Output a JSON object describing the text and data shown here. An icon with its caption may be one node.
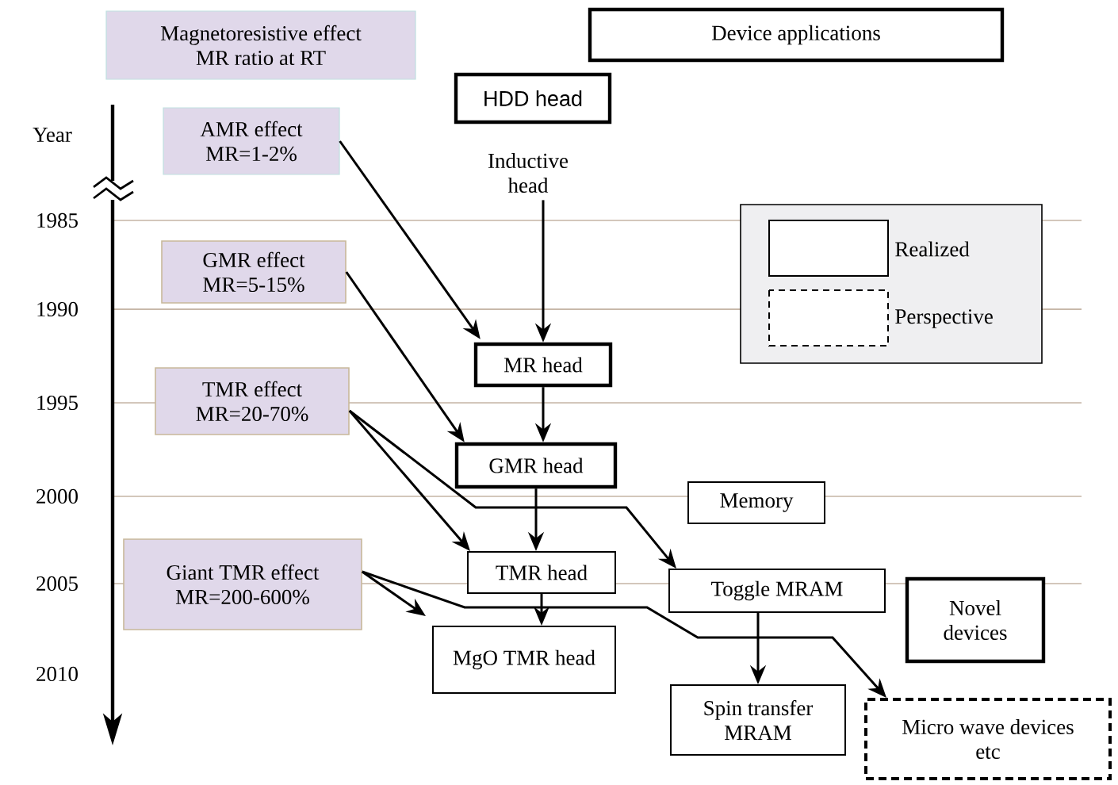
{
  "diagram": {
    "nodes": [
      {
        "text": [
          "Magnetoresistive effect MR ratio at RT"
        ]
      },
      {
        "text": [
          "Device applications"
        ]
      },
      {
        "text": [
          "HDD head"
        ]
      },
      {
        "text": [
          "AMR effect MR=1-2%"
        ]
      },
      {
        "text": [
          "Inductive head"
        ]
      },
      {
        "text": [
          "GMR effect MR=5-15%"
        ]
      },
      {
        "text": [
          "MR head"
        ]
      },
      {
        "text": [
          "TMR effect MR=20-70%"
        ]
      },
      {
        "text": [
          "GMR head"
        ]
      },
      {
        "text": [
          "Memory"
        ]
      },
      {
        "text": [
          "TMR head"
        ]
      },
      {
        "text": [
          "Giant TMR effect MR=200-600%"
        ]
      },
      {
        "text": [
          "Toggle MRAM"
        ]
      },
      {
        "text": [
          "Novel devices"
        ]
      },
      {
        "text": [
          "MgO TMR head"
        ]
      },
      {
        "text": [
          "Spin transfer MRAM"
        ]
      },
      {
        "text": [
          "Micro wave devices etc"
        ]
      }
    ],
    "edges": [
      {
        "from": 3,
        "to": 6,
        "arrow": "to"
      },
      {
        "from": 4,
        "to": 6,
        "arrow": "to"
      },
      {
        "from": 5,
        "to": 8,
        "arrow": "to"
      },
      {
        "from": 6,
        "to": 8,
        "arrow": "to"
      },
      {
        "from": 7,
        "to": 10,
        "arrow": "to"
      },
      {
        "from": 7,
        "to": 12,
        "arrow": "to"
      },
      {
        "from": 8,
        "to": 10,
        "arrow": "to"
      },
      {
        "from": 11,
        "to": 14,
        "arrow": "to"
      },
      {
        "from": 11,
        "to": 16,
        "arrow": "to"
      },
      {
        "from": 10,
        "to": 14,
        "arrow": "to"
      },
      {
        "from": 12,
        "to": 15,
        "arrow": "to"
      }
    ],
    "labels": [
      "Year",
      "1985",
      "1990",
      "1995",
      "2000",
      "2005",
      "2010"
    ],
    "legend": [
      {
        "text": "Realized"
      },
      {
        "text": "Perspective"
      }
    ]
  }
}
